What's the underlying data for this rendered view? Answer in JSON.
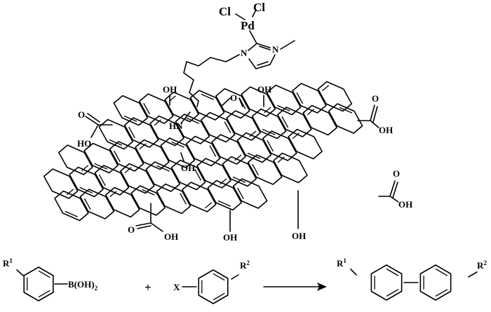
{
  "catalyst": {
    "cl_left": "Cl",
    "cl_right": "Cl",
    "metal": "Pd",
    "n1": "N",
    "n3": "N",
    "hn": "HN",
    "o_epoxide": "O"
  },
  "graphene_labels": {
    "oh_top1": "OH",
    "oh_top2": "OH",
    "oh_mid": "OH",
    "oh_bottom1": "OH",
    "oh_bottom2": "OH",
    "cooh_left_ho": "HO",
    "cooh_left_oh": "O",
    "cooh_right_oh": "OH",
    "cooh_right_o": "O",
    "cooh_br_oh": "OH",
    "cooh_br_o": "O",
    "cooh_bl_oh": "OH",
    "cooh_bl_o": "O"
  },
  "reaction": {
    "r1_label": "R",
    "r1_sup": "1",
    "boronic": "B(OH)",
    "boronic_sub": "2",
    "plus": "+",
    "x_label": "X",
    "r2_label": "R",
    "r2_sup": "2",
    "prod_r1": "R",
    "prod_r1_sup": "1",
    "prod_r2": "R",
    "prod_r2_sup": "2"
  }
}
